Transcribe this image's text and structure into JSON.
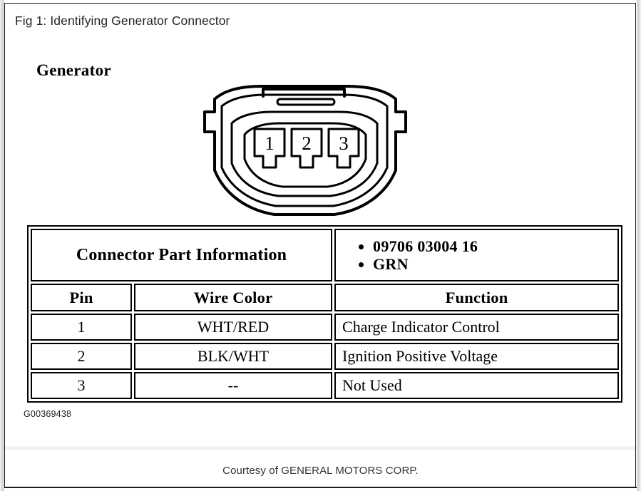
{
  "figure": {
    "title": "Fig 1: Identifying Generator Connector",
    "section_heading": "Generator",
    "art_id": "G00369438"
  },
  "connector": {
    "name": "generator-connector-diagram",
    "cavity_labels": [
      "1",
      "2",
      "3"
    ]
  },
  "table": {
    "part_info_label": "Connector Part Information",
    "part_info_values": [
      "09706 03004 16",
      "GRN"
    ],
    "headers": [
      "Pin",
      "Wire Color",
      "Function"
    ],
    "rows": [
      {
        "pin": "1",
        "wire_color": "WHT/RED",
        "function": "Charge Indicator Control"
      },
      {
        "pin": "2",
        "wire_color": "BLK/WHT",
        "function": "Ignition Positive Voltage"
      },
      {
        "pin": "3",
        "wire_color": "--",
        "function": "Not Used"
      }
    ]
  },
  "footer": {
    "courtesy": "Courtesy of GENERAL MOTORS CORP."
  },
  "colors": {
    "ink": "#000000",
    "title_ink": "#242424",
    "page_background": "#ffffff",
    "gutter": "#d9d9de"
  }
}
